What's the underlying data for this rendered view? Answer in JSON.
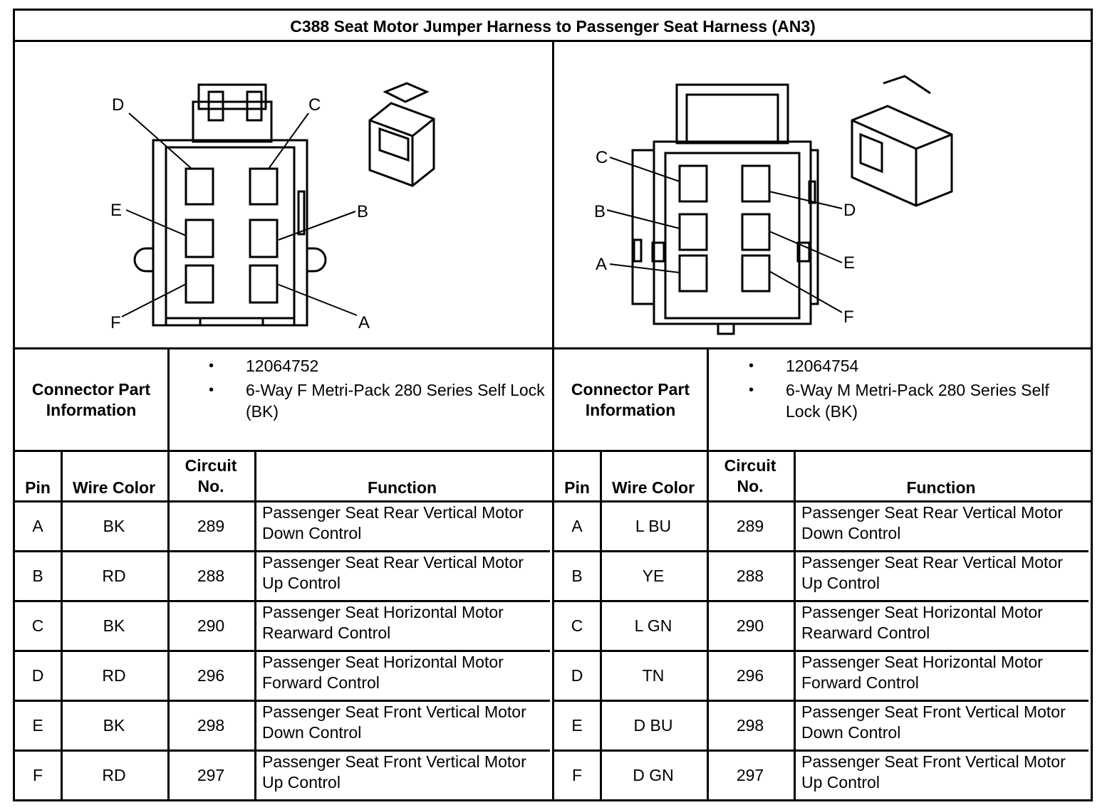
{
  "title": "C388 Seat Motor Jumper Harness to Passenger Seat Harness (AN3)",
  "left": {
    "info_label": "Connector Part Information",
    "part_number": "12064752",
    "description": "6-Way F Metri-Pack 280 Series Self Lock (BK)",
    "pin_labels": [
      "D",
      "C",
      "E",
      "B",
      "F",
      "A"
    ],
    "rows": [
      {
        "pin": "A",
        "color": "BK",
        "circuit": "289",
        "func_l1": "Passenger Seat Rear Vertical Motor",
        "func_l2": "Down Control"
      },
      {
        "pin": "B",
        "color": "RD",
        "circuit": "288",
        "func_l1": "Passenger Seat Rear Vertical Motor",
        "func_l2": "Up Control"
      },
      {
        "pin": "C",
        "color": "BK",
        "circuit": "290",
        "func_l1": "Passenger Seat Horizontal Motor",
        "func_l2": "Rearward Control"
      },
      {
        "pin": "D",
        "color": "RD",
        "circuit": "296",
        "func_l1": "Passenger Seat Horizontal Motor",
        "func_l2": "Forward Control"
      },
      {
        "pin": "E",
        "color": "BK",
        "circuit": "298",
        "func_l1": "Passenger Seat Front Vertical Motor",
        "func_l2": "Down Control"
      },
      {
        "pin": "F",
        "color": "RD",
        "circuit": "297",
        "func_l1": "Passenger Seat Front Vertical Motor",
        "func_l2": "Up Control"
      }
    ]
  },
  "right": {
    "info_label": "Connector Part Information",
    "part_number": "12064754",
    "description": "6-Way M Metri-Pack 280 Series Self Lock (BK)",
    "pin_labels": [
      "C",
      "B",
      "A",
      "D",
      "E",
      "F"
    ],
    "rows": [
      {
        "pin": "A",
        "color": "L BU",
        "circuit": "289",
        "func_l1": "Passenger Seat Rear Vertical Motor",
        "func_l2": "Down Control"
      },
      {
        "pin": "B",
        "color": "YE",
        "circuit": "288",
        "func_l1": "Passenger Seat Rear Vertical Motor",
        "func_l2": "Up Control"
      },
      {
        "pin": "C",
        "color": "L GN",
        "circuit": "290",
        "func_l1": "Passenger Seat Horizontal Motor",
        "func_l2": "Rearward Control"
      },
      {
        "pin": "D",
        "color": "TN",
        "circuit": "296",
        "func_l1": "Passenger Seat Horizontal Motor",
        "func_l2": "Forward Control"
      },
      {
        "pin": "E",
        "color": "D BU",
        "circuit": "298",
        "func_l1": "Passenger Seat Front Vertical Motor",
        "func_l2": "Down Control"
      },
      {
        "pin": "F",
        "color": "D GN",
        "circuit": "297",
        "func_l1": "Passenger Seat Front Vertical Motor",
        "func_l2": "Up Control"
      }
    ]
  },
  "headers": {
    "pin": "Pin",
    "color": "Wire Color",
    "circuit_l1": "Circuit",
    "circuit_l2": "No.",
    "function": "Function"
  },
  "bullet": "•"
}
